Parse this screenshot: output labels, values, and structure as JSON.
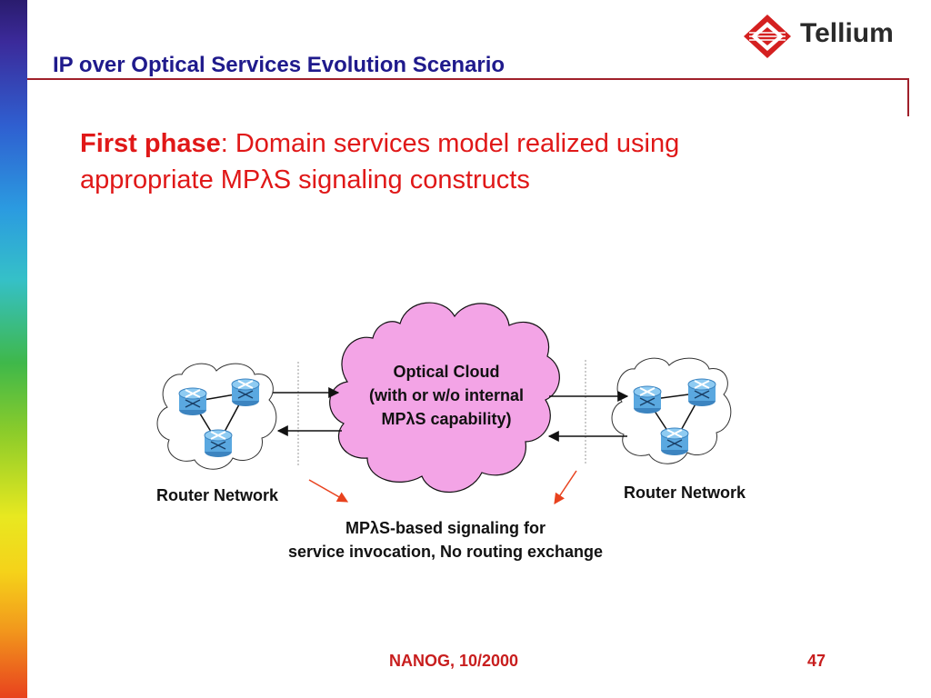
{
  "slide": {
    "title": "IP over Optical Services Evolution Scenario",
    "heading_bold": "First phase",
    "heading_rest": ": Domain services model realized using appropriate MPλS signaling constructs"
  },
  "logo": {
    "text": "Tellium",
    "colors": {
      "diamond": "#d42020",
      "text": "#2a2a2a"
    }
  },
  "diagram": {
    "cloud": {
      "lines": [
        "Optical Cloud",
        "(with or w/o internal",
        "MPλS capability)"
      ],
      "color": "#f3a4e6"
    },
    "router_networks": [
      {
        "label": "Router Network",
        "nodes": 3,
        "icon": "router-icon"
      },
      {
        "label": "Router Network",
        "nodes": 3,
        "icon": "router-icon"
      }
    ],
    "caption_lines": [
      "MPλS-based signaling for",
      "service invocation, No routing exchange"
    ]
  },
  "footer": {
    "text": "NANOG, 10/2000",
    "page": "47"
  },
  "colors": {
    "title": "#1f1a8c",
    "heading": "#e01818",
    "rule": "#a0202a",
    "footer": "#c81e1e",
    "router": "#5aa8e0"
  }
}
